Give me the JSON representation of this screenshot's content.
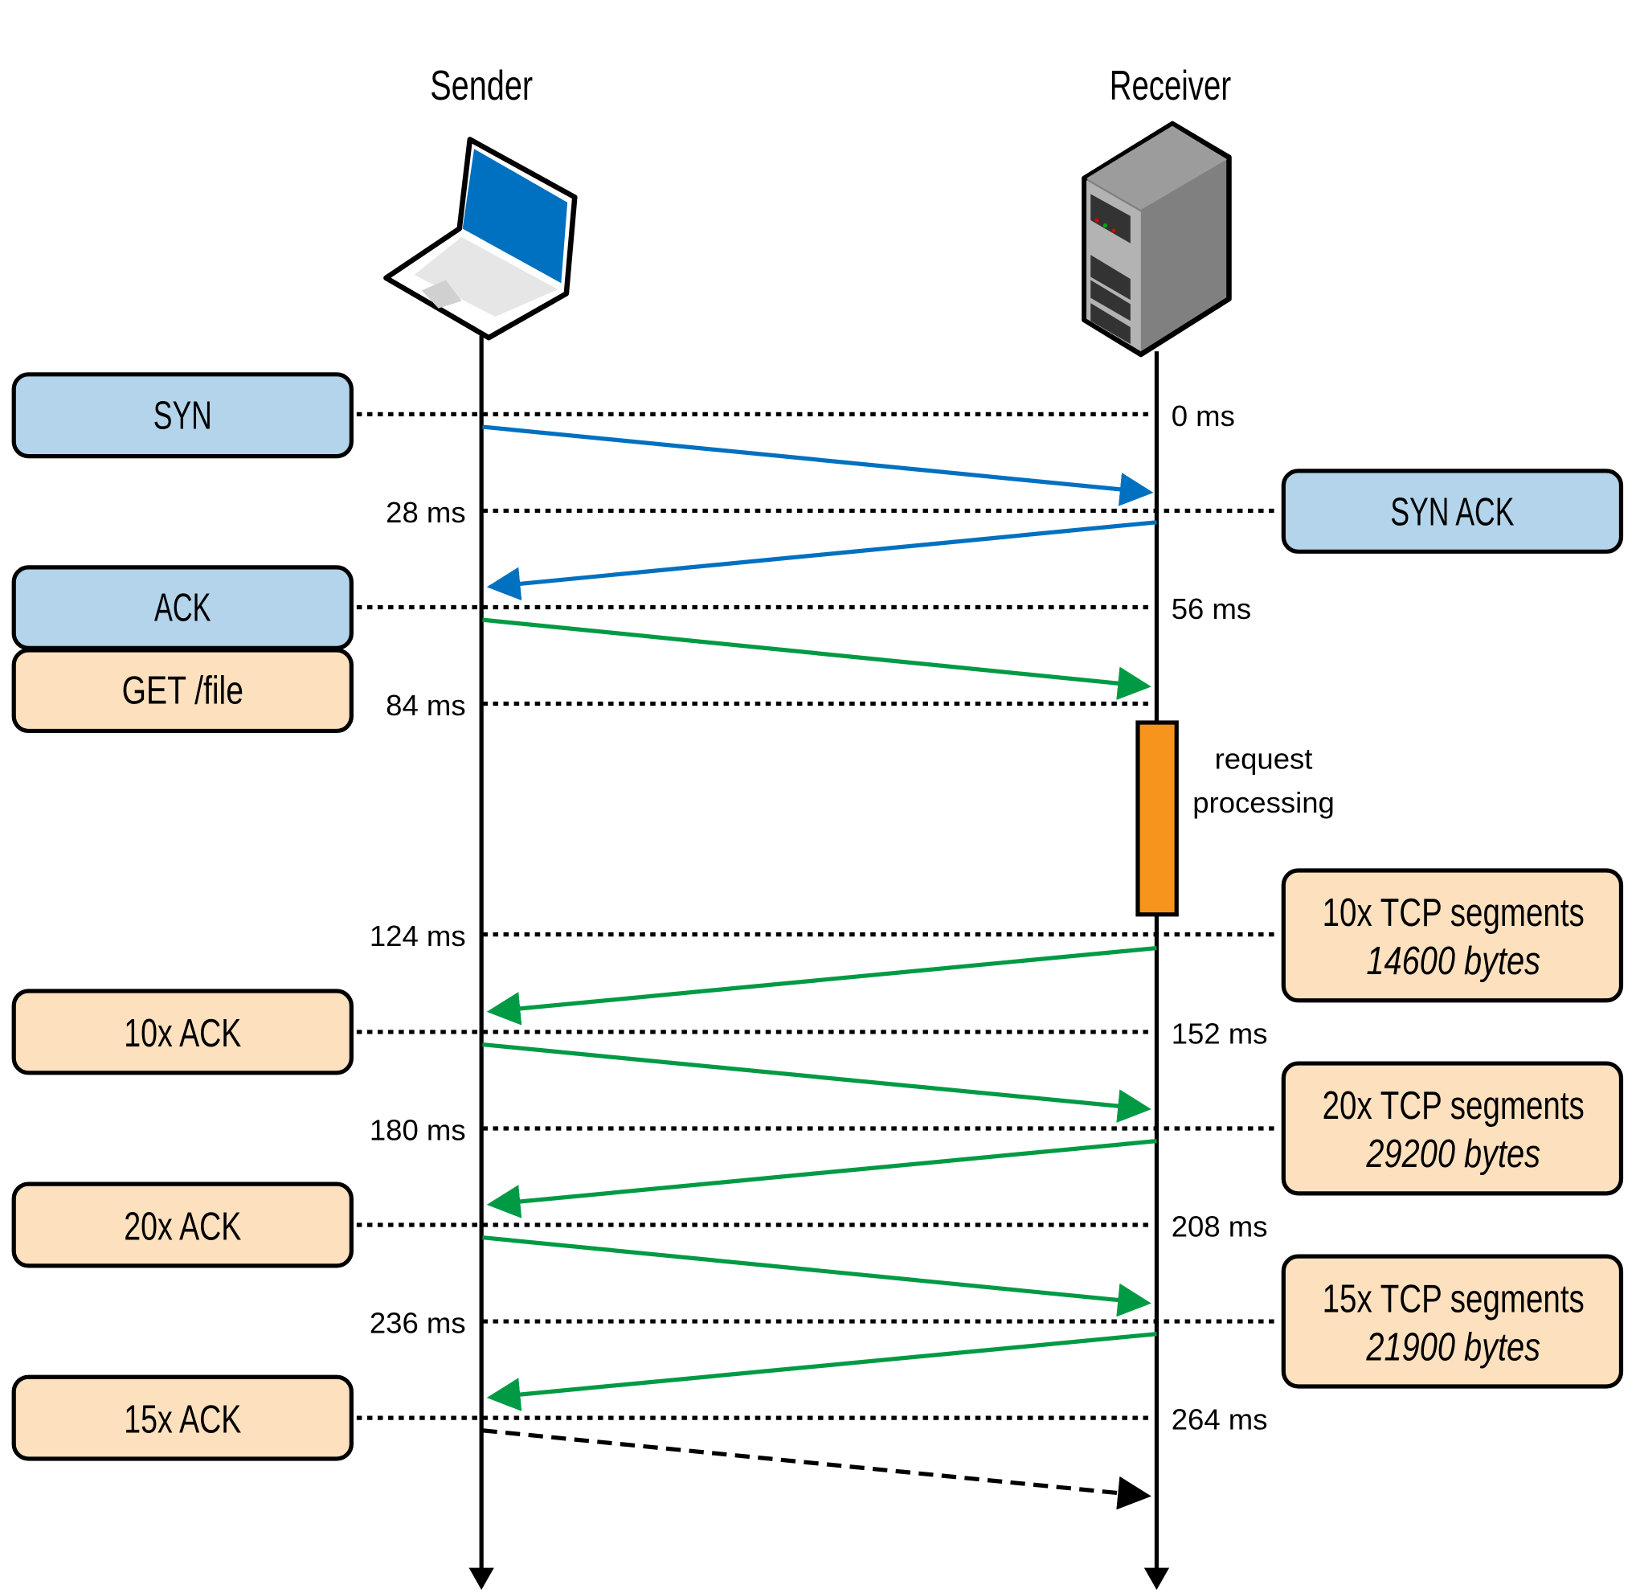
{
  "headers": {
    "sender": "Sender",
    "receiver": "Receiver"
  },
  "icons": {
    "sender": "laptop-icon",
    "receiver": "server-icon"
  },
  "colors": {
    "handshake_box": "#b3d4ea",
    "data_box": "#fde0bd",
    "handshake_arrow": "#0070c0",
    "data_arrow": "#009a44",
    "processing": "#f7941d"
  },
  "left_boxes": [
    "SYN",
    "ACK",
    "GET /file",
    "10x ACK",
    "20x ACK",
    "15x ACK"
  ],
  "right_boxes": [
    {
      "line1": "SYN ACK"
    },
    {
      "line1": "10x TCP segments",
      "line2": "14600 bytes"
    },
    {
      "line1": "20x TCP segments",
      "line2": "29200 bytes"
    },
    {
      "line1": "15x TCP segments",
      "line2": "21900 bytes"
    }
  ],
  "times": [
    "0 ms",
    "28 ms",
    "56 ms",
    "84 ms",
    "124 ms",
    "152 ms",
    "180 ms",
    "208 ms",
    "236 ms",
    "264 ms"
  ],
  "processing": {
    "line1": "request",
    "line2": "processing"
  }
}
